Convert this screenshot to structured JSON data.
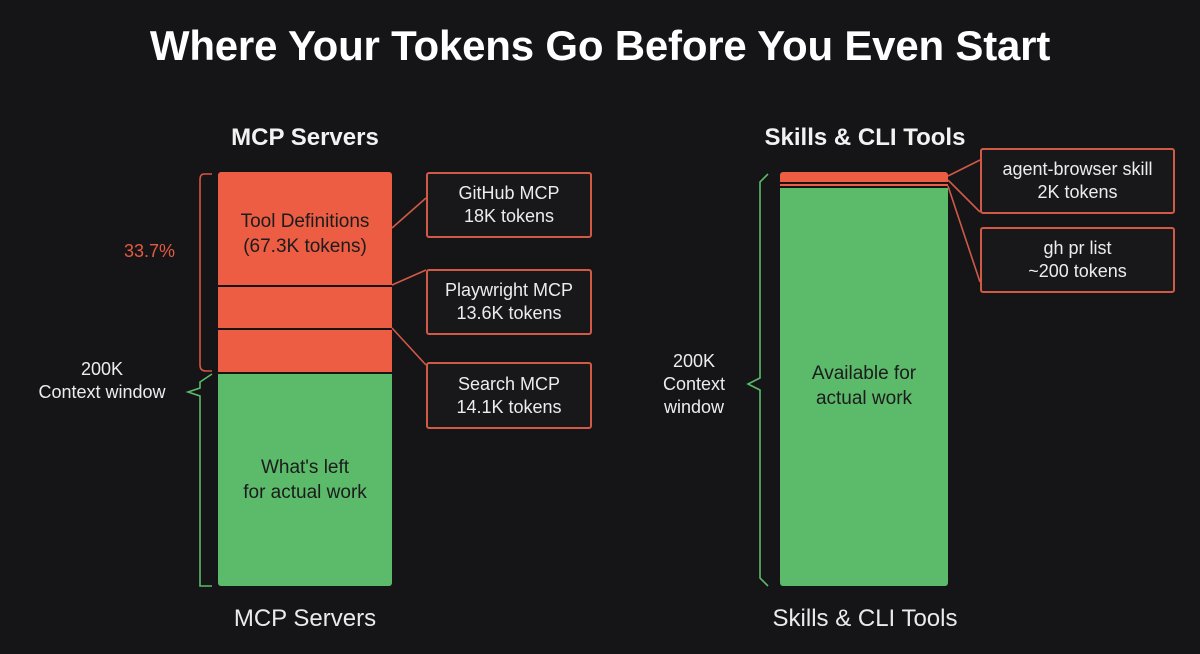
{
  "title": "Where Your Tokens Go Before You Even Start",
  "left": {
    "header": "MCP Servers",
    "footer": "MCP Servers",
    "percent_label": "33.7%",
    "context_label_line1": "200K",
    "context_label_line2": "Context window",
    "tool_defs_line1": "Tool Definitions",
    "tool_defs_line2": "(67.3K tokens)",
    "remaining_line1": "What's left",
    "remaining_line2": "for actual work",
    "callouts": [
      {
        "line1": "GitHub MCP",
        "line2": "18K tokens"
      },
      {
        "line1": "Playwright MCP",
        "line2": "13.6K tokens"
      },
      {
        "line1": "Search MCP",
        "line2": "14.1K tokens"
      }
    ]
  },
  "right": {
    "header": "Skills & CLI Tools",
    "footer": "Skills & CLI Tools",
    "context_label_line1": "200K",
    "context_label_line2": "Context",
    "context_label_line3": "window",
    "available_line1": "Available for",
    "available_line2": "actual work",
    "callouts": [
      {
        "line1": "agent-browser skill",
        "line2": "2K tokens"
      },
      {
        "line1": "gh pr list",
        "line2": "~200 tokens"
      }
    ]
  },
  "colors": {
    "used": "#ec5d43",
    "available": "#5cba6b",
    "background": "#151518"
  }
}
